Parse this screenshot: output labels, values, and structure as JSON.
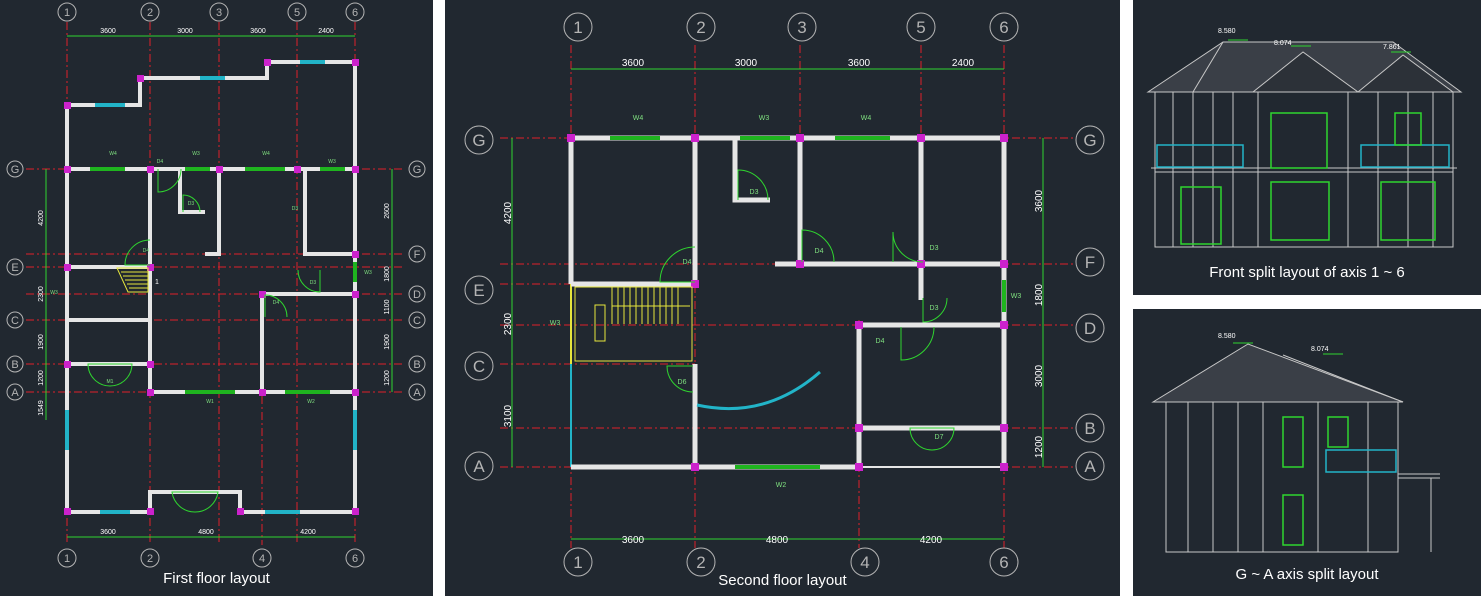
{
  "panels": {
    "first_floor": {
      "caption": "First floor layout"
    },
    "second_floor": {
      "caption": "Second floor layout"
    },
    "front_elevation": {
      "caption": "Front split layout of axis 1 ~ 6"
    },
    "side_elevation": {
      "caption": "G ~ A axis split layout"
    }
  },
  "axes": {
    "columns_top": [
      "1",
      "2",
      "3",
      "5",
      "6"
    ],
    "columns_bottom": [
      "1",
      "2",
      "4",
      "6"
    ],
    "rows": [
      "G",
      "F",
      "E",
      "D",
      "C",
      "B",
      "A"
    ],
    "second_rows_left": [
      "G",
      "E",
      "C",
      "A"
    ],
    "second_rows_right": [
      "G",
      "F",
      "D",
      "B",
      "A"
    ]
  },
  "dimensions": {
    "top": [
      "3600",
      "3000",
      "3600",
      "2400"
    ],
    "bottom": [
      "3600",
      "4800",
      "4200"
    ],
    "first_left": [
      "4200",
      "2300",
      "1900",
      "1200",
      "1549"
    ],
    "first_right": [
      "2600",
      "1800",
      "1100",
      "1900",
      "1200"
    ],
    "second_left": [
      "4200",
      "2300",
      "3100"
    ],
    "second_right": [
      "3600",
      "1800",
      "3000",
      "1200"
    ]
  },
  "tags": {
    "first": [
      "W4",
      "D4",
      "W3",
      "W4",
      "W3",
      "D3",
      "D4",
      "D3",
      "D3",
      "D4",
      "W3",
      "W3",
      "M1",
      "W1",
      "W2",
      "1"
    ],
    "second": [
      "W4",
      "W3",
      "W4",
      "D3",
      "D4",
      "D4",
      "D3",
      "D3",
      "W3",
      "W3",
      "D4",
      "D6",
      "D7",
      "W2"
    ]
  },
  "elevations": {
    "front": [
      "8.580",
      "8.074",
      "7.861"
    ],
    "side": [
      "8.580",
      "8.074"
    ]
  },
  "colors": {
    "background": "#212830",
    "wall": "#e6e6e6",
    "column": "#cc22cc",
    "grid": "#e0202a",
    "window": "#1fb41f",
    "dimension": "#2fd52f"
  }
}
